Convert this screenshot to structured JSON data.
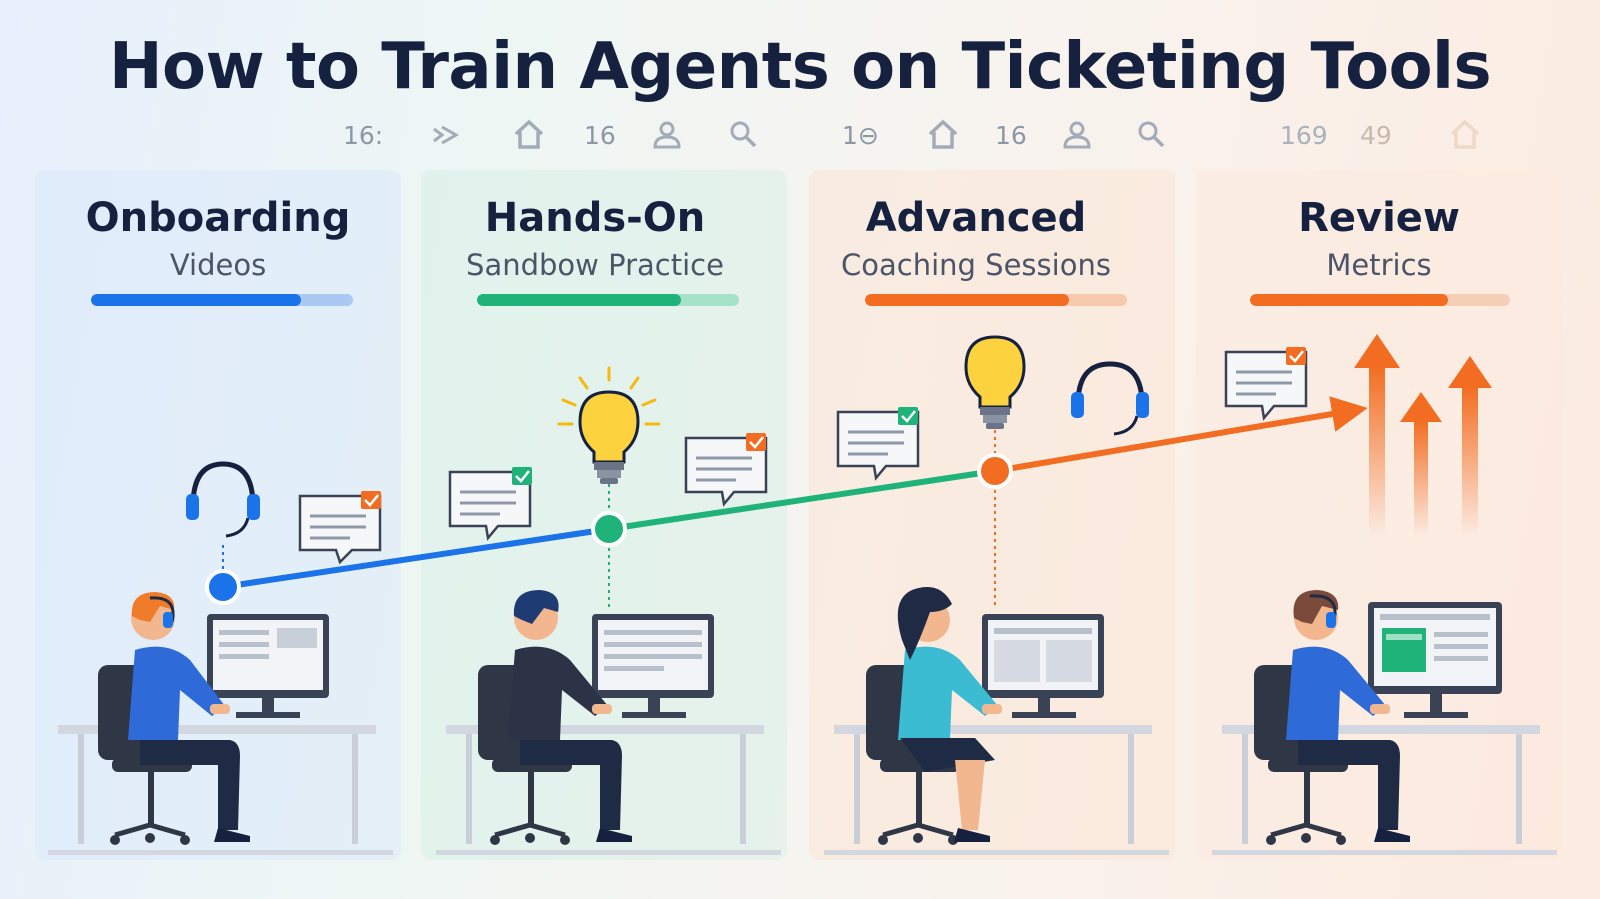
{
  "title": "How to Train Agents on Ticketing Tools",
  "icon_strip": {
    "numbers": [
      "16:",
      "16",
      "1⊖",
      "16",
      "169",
      "49"
    ]
  },
  "stages": [
    {
      "title": "Onboarding",
      "subtitle": "Videos",
      "color": "#1a73e8",
      "light": "#a9c9f3",
      "progress": 0.8
    },
    {
      "title": "Hands-On",
      "subtitle": "Sandbow Practice",
      "color": "#1fb37a",
      "light": "#a6e2c7",
      "progress": 0.78
    },
    {
      "title": "Advanced",
      "subtitle": "Coaching Sessions",
      "color": "#f26d21",
      "light": "#f7c9ad",
      "progress": 0.78
    },
    {
      "title": "Review",
      "subtitle": "Metrics",
      "color": "#f26d21",
      "light": "#f6cdb5",
      "progress": 0.76
    }
  ],
  "colors": {
    "blue": "#1a73e8",
    "green": "#1fb37a",
    "orange": "#f26d21",
    "navy": "#15213f"
  }
}
